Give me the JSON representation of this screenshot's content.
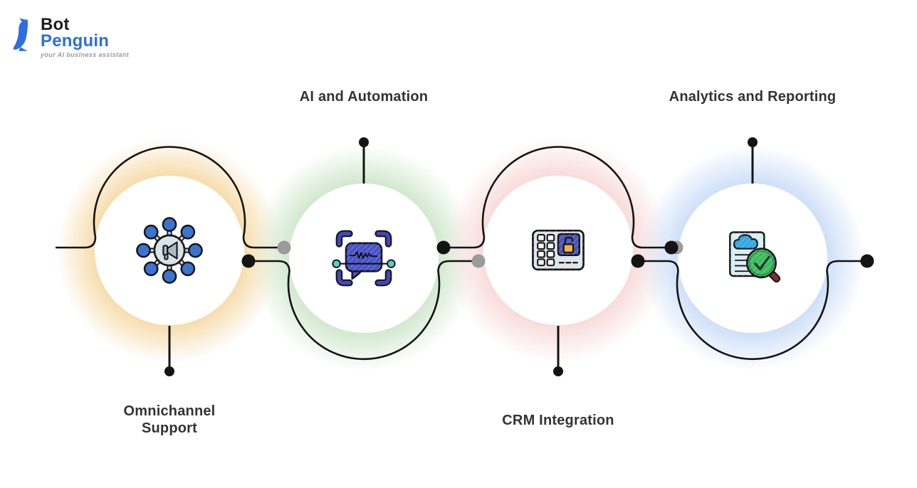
{
  "logo": {
    "brand_top": "Bot",
    "brand_bottom": "Penguin",
    "tagline": "your AI business assistant",
    "brand_color": "#2e6ee0",
    "brand_dark": "#1d1d1f",
    "tagline_color": "#9a9a9a"
  },
  "diagram": {
    "line_color": "#141414",
    "connector_dot_gray": "#9b9b9b",
    "label_color": "#333333",
    "nodes": [
      {
        "id": "omnichannel-support",
        "label": "Omnichannel Support",
        "label_position": "bottom",
        "glow_color": "#f6d9a3",
        "icon": "network-megaphone-icon",
        "icon_colors": {
          "node_blue": "#3b73cf",
          "hub_gray": "#d6e2e4",
          "megaphone_gray": "#a9bcc4"
        }
      },
      {
        "id": "ai-and-automation",
        "label": "AI and Automation",
        "label_position": "top",
        "glow_color": "#cde6c9",
        "icon": "chat-scan-icon",
        "icon_colors": {
          "bubble_indigo": "#4853cb",
          "bracket_indigo": "#4247b8",
          "dot_teal": "#5ccdc3"
        }
      },
      {
        "id": "crm-integration",
        "label": "CRM Integration",
        "label_position": "bottom",
        "glow_color": "#f8d7d7",
        "icon": "keypad-lock-icon",
        "icon_colors": {
          "device_gray": "#dee4e7",
          "panel_blue": "#4a55b8",
          "lock_orange": "#f2b33e"
        }
      },
      {
        "id": "analytics-and-reporting",
        "label": "Analytics and Reporting",
        "label_position": "top",
        "glow_color": "#c9dcf8",
        "icon": "document-magnifier-icon",
        "icon_colors": {
          "doc_cyan": "#d9edf4",
          "cloud_blue": "#35a7e2",
          "lens_green": "#3dbb5e",
          "handle_maroon": "#7c332c"
        }
      }
    ]
  }
}
